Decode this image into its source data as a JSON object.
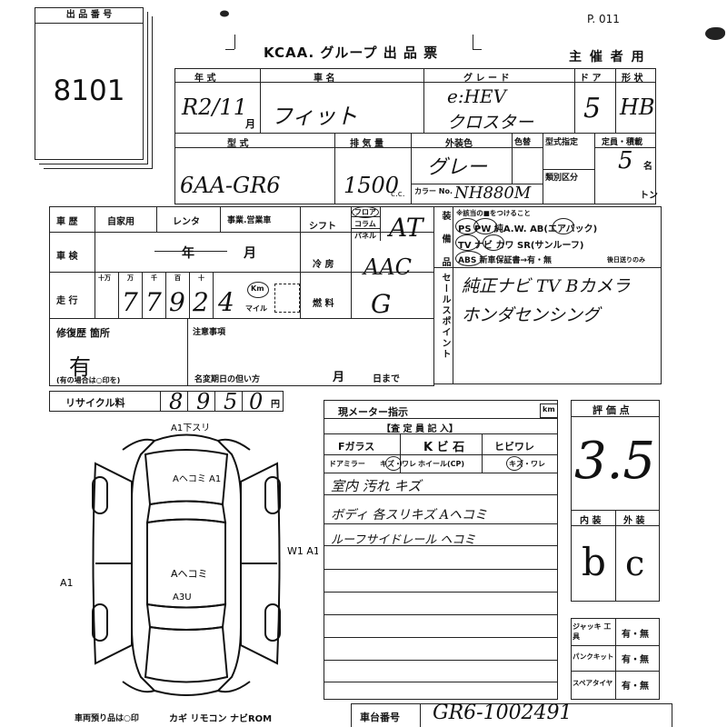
{
  "header": {
    "lot_label": "出 品 番 号",
    "lot_number": "8101",
    "page": "P. 011",
    "form_title": "KCAA. グループ 出 品 票",
    "organizer": "主 催 者 用"
  },
  "row1": {
    "year_label": "年 式",
    "car_label": "車 名",
    "grade_label": "グ レ ー ド",
    "door_label": "ド ア",
    "shape_label": "形 状",
    "year_value": "R2/11",
    "month_unit": "月",
    "car_value": "フィット",
    "grade_value1": "e:HEV",
    "grade_value2": "クロスター",
    "doors_value": "5",
    "shape_value": "HB"
  },
  "row2": {
    "model_label": "型 式",
    "displacement_label": "排 気 量",
    "exterior_label": "外装色",
    "color_label": "色替",
    "type_designation_label": "型式指定",
    "capacity_label": "定員・積載",
    "category_label": "類別区分",
    "model_value": "6AA-GR6",
    "displacement_value": "1500",
    "cc_unit": "c.c.",
    "exterior_value": "グレー",
    "color_no_label": "カラー No.",
    "color_no_value": "NH880M",
    "capacity_value": "5",
    "capacity_unit": "名",
    "ton_unit": "トン"
  },
  "row3": {
    "vehicle_label": "車 歴",
    "private_label": "自家用",
    "rental_label": "レンタ",
    "business_label": "事業.営業車",
    "shift_label": "シフト",
    "shift_opts": [
      "フロア",
      "コラム",
      "パネル"
    ],
    "shift_value": "AT",
    "inspection_label": "車 検",
    "year_unit": "年",
    "month_unit": "月",
    "ac_label": "冷 房",
    "ac_value": "AAC",
    "mileage_label": "走 行",
    "mileage_digits": [
      "7",
      "7",
      "9",
      "2",
      "4"
    ],
    "digit_labels": [
      "十万",
      "万",
      "千",
      "百",
      "十"
    ],
    "km_label": "Km",
    "mile_label": "マイル",
    "fuel_label": "燃 料",
    "fuel_value": "G"
  },
  "equipment": {
    "side_label": "装 備 品",
    "line1": "※該当の■をつけること",
    "line2": "PS PW 純A.W. AB(エアバック)",
    "line3": "TV ナビ カワ SR(サンルーフ)",
    "line4": "ABS  新車保証書→有・無",
    "line4b": "後日送りのみ",
    "sales_side": "セールスポイント",
    "sales_text1": "純正ナビ TV Bカメラ",
    "sales_text2": "ホンダセンシング"
  },
  "repair": {
    "label": "修復歴 箇所",
    "value": "有",
    "note": "(有の場合は○印を)",
    "notes_label": "注意事項",
    "deadline_label": "名変期日の但い方",
    "month_unit": "月",
    "day_suffix": "日まで"
  },
  "recycle": {
    "label": "リサイクル料",
    "digits": [
      "8",
      "9",
      "5",
      "0"
    ],
    "unit": "円"
  },
  "inspector": {
    "odometer_label": "現メーター指示",
    "km_unit": "km",
    "title": "【査 定 員 記 入】",
    "glass_label": "Fガラス",
    "glass_opts": "K ビ 石",
    "crack_label": "ヒビワレ",
    "mirror_label": "ドアミラー",
    "mirror_opts": "キズ・ワレ",
    "wheel_label": "ホイール(CP)",
    "wheel_opts": "キズ・ワレ",
    "notes": [
      "室内 汚れ キズ",
      "ボディ 各スリキズ Aヘコミ",
      "ルーフサイドレール ヘコミ"
    ]
  },
  "score": {
    "label": "評 価 点",
    "value": "3.5",
    "interior_label": "内 装",
    "exterior_label": "外 装",
    "interior_value": "b",
    "exterior_value": "c"
  },
  "tools": [
    {
      "label": "ジャッキ 工 具",
      "value": "有・無"
    },
    {
      "label": "パンクキット",
      "value": "有・無"
    },
    {
      "label": "スペアタイヤ",
      "value": "有・無"
    }
  ],
  "diagram": {
    "top_label": "A1下スリ",
    "hood_label": "Aヘコミ A1",
    "roof_label": "Aヘコミ",
    "trunk_label": "A3U",
    "left_label": "A1",
    "right_label": "W1 A1"
  },
  "footer": {
    "keys_label": "車両預り品は○印",
    "keys_items": "カギ リモコン ナビROM",
    "chassis_label": "車台番号",
    "chassis_value": "GR6-1002491"
  }
}
